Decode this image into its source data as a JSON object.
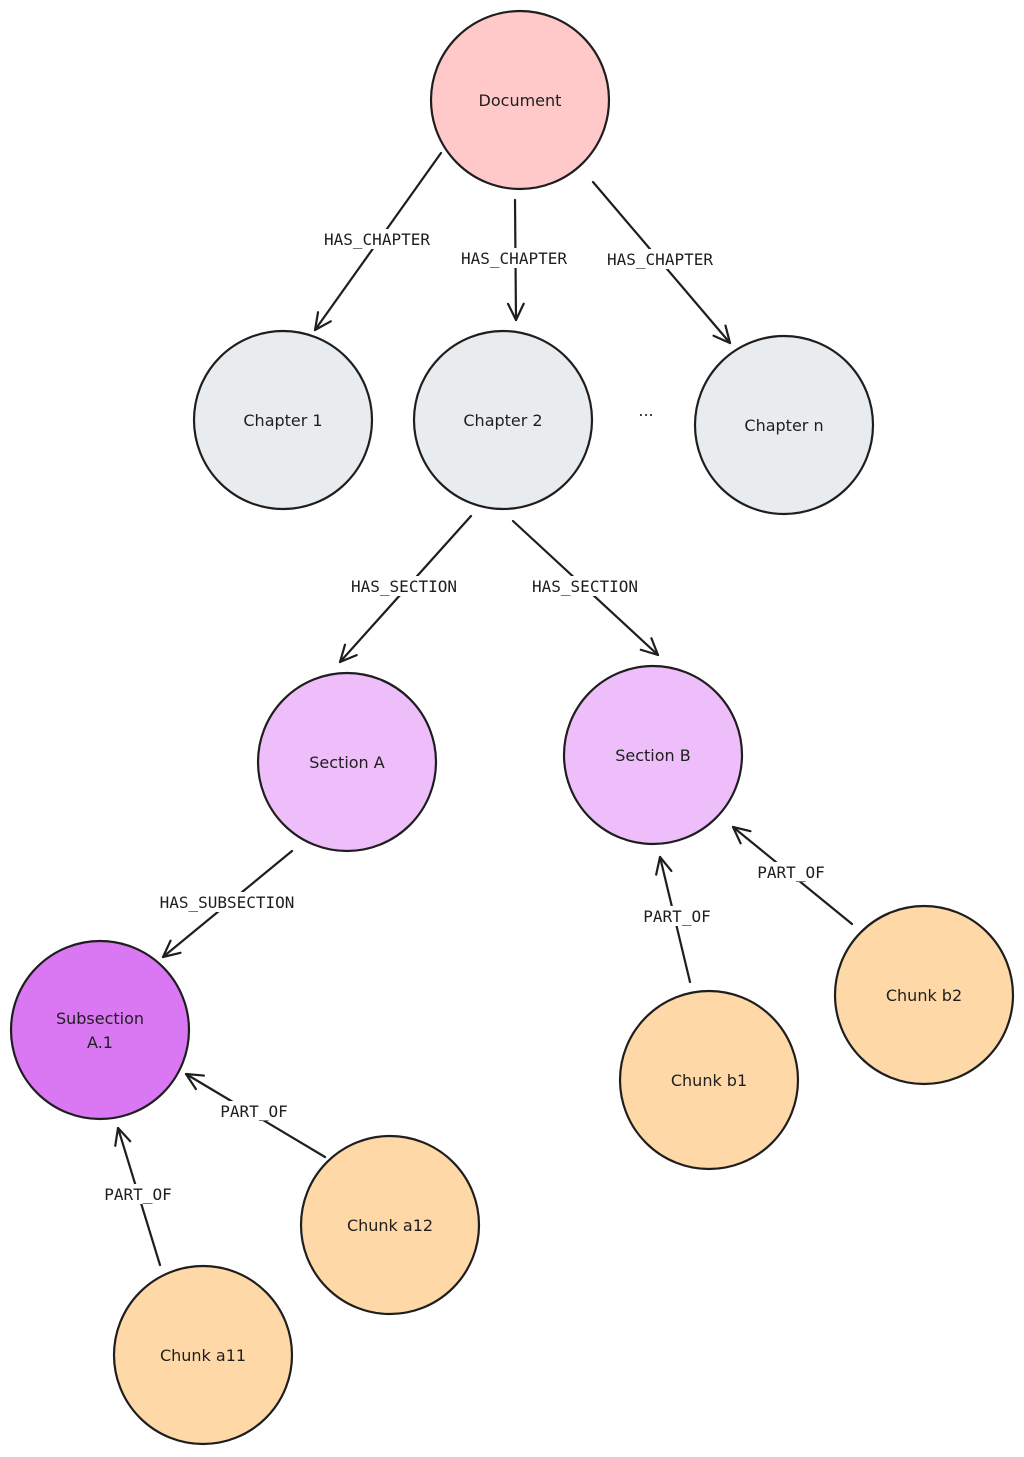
{
  "colors": {
    "document": "#ffc9c9",
    "chapter": "#e9ecef",
    "section": "#eebefa",
    "subsection": "#da77f2",
    "chunk": "#ffd8a8",
    "stroke": "#1e1e1e"
  },
  "nodes": [
    {
      "id": "document",
      "label": [
        "Document"
      ],
      "type": "document"
    },
    {
      "id": "chapter-1",
      "label": [
        "Chapter 1"
      ],
      "type": "chapter"
    },
    {
      "id": "chapter-2",
      "label": [
        "Chapter 2"
      ],
      "type": "chapter"
    },
    {
      "id": "chapter-n",
      "label": [
        "Chapter n"
      ],
      "type": "chapter"
    },
    {
      "id": "section-a",
      "label": [
        "Section A"
      ],
      "type": "section"
    },
    {
      "id": "section-b",
      "label": [
        "Section B"
      ],
      "type": "section"
    },
    {
      "id": "subsection-a1",
      "label": [
        "Subsection",
        "A.1"
      ],
      "type": "subsection"
    },
    {
      "id": "chunk-a11",
      "label": [
        "Chunk a11"
      ],
      "type": "chunk"
    },
    {
      "id": "chunk-a12",
      "label": [
        "Chunk a12"
      ],
      "type": "chunk"
    },
    {
      "id": "chunk-b1",
      "label": [
        "Chunk b1"
      ],
      "type": "chunk"
    },
    {
      "id": "chunk-b2",
      "label": [
        "Chunk b2"
      ],
      "type": "chunk"
    }
  ],
  "ellipsis": "...",
  "edges": [
    {
      "from": "document",
      "to": "chapter-1",
      "label": "HAS_CHAPTER"
    },
    {
      "from": "document",
      "to": "chapter-2",
      "label": "HAS_CHAPTER"
    },
    {
      "from": "document",
      "to": "chapter-n",
      "label": "HAS_CHAPTER"
    },
    {
      "from": "chapter-2",
      "to": "section-a",
      "label": "HAS_SECTION"
    },
    {
      "from": "chapter-2",
      "to": "section-b",
      "label": "HAS_SECTION"
    },
    {
      "from": "section-a",
      "to": "subsection-a1",
      "label": "HAS_SUBSECTION"
    },
    {
      "from": "chunk-a11",
      "to": "subsection-a1",
      "label": "PART_OF"
    },
    {
      "from": "chunk-a12",
      "to": "subsection-a1",
      "label": "PART_OF"
    },
    {
      "from": "chunk-b1",
      "to": "section-b",
      "label": "PART_OF"
    },
    {
      "from": "chunk-b2",
      "to": "section-b",
      "label": "PART_OF"
    }
  ]
}
